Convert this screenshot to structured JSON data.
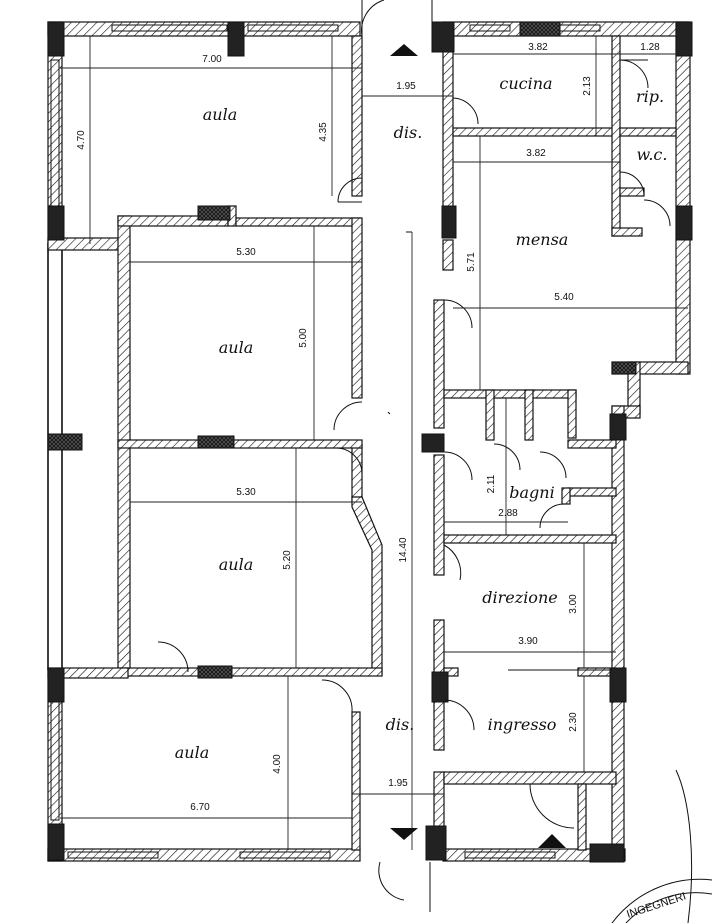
{
  "rooms": {
    "aula_1": "aula",
    "aula_2": "aula",
    "aula_3": "aula",
    "aula_4": "aula",
    "dis_top": "dis.",
    "dis_bottom": "dis.",
    "cucina": "cucina",
    "rip": "rip.",
    "wc": "w.c.",
    "mensa": "mensa",
    "bagni": "bagni",
    "direzione": "direzione",
    "ingresso": "ingresso"
  },
  "dimensions": {
    "aula1_width": "7.00",
    "aula1_depth": "4.70",
    "aula1_depth_inner": "4.35",
    "dis_top_width": "1.95",
    "cucina_width": "3.82",
    "cucina_depth": "2.13",
    "rip_width": "1.28",
    "mensa_top_width": "3.82",
    "mensa_height": "5.71",
    "mensa_width": "5.40",
    "aula2_width": "5.30",
    "aula2_depth": "5.00",
    "aula3_width": "5.30",
    "aula3_depth": "5.20",
    "corridor_length": "14.40",
    "bagni_height": "2.11",
    "bagni_width": "2.88",
    "direzione_depth": "3.00",
    "direzione_width": "3.90",
    "ingresso_depth": "2.30",
    "aula4_depth": "4.00",
    "aula4_width": "6.70",
    "dis_bottom_width": "1.95"
  },
  "stamp": {
    "text": "INGEGNERI"
  }
}
